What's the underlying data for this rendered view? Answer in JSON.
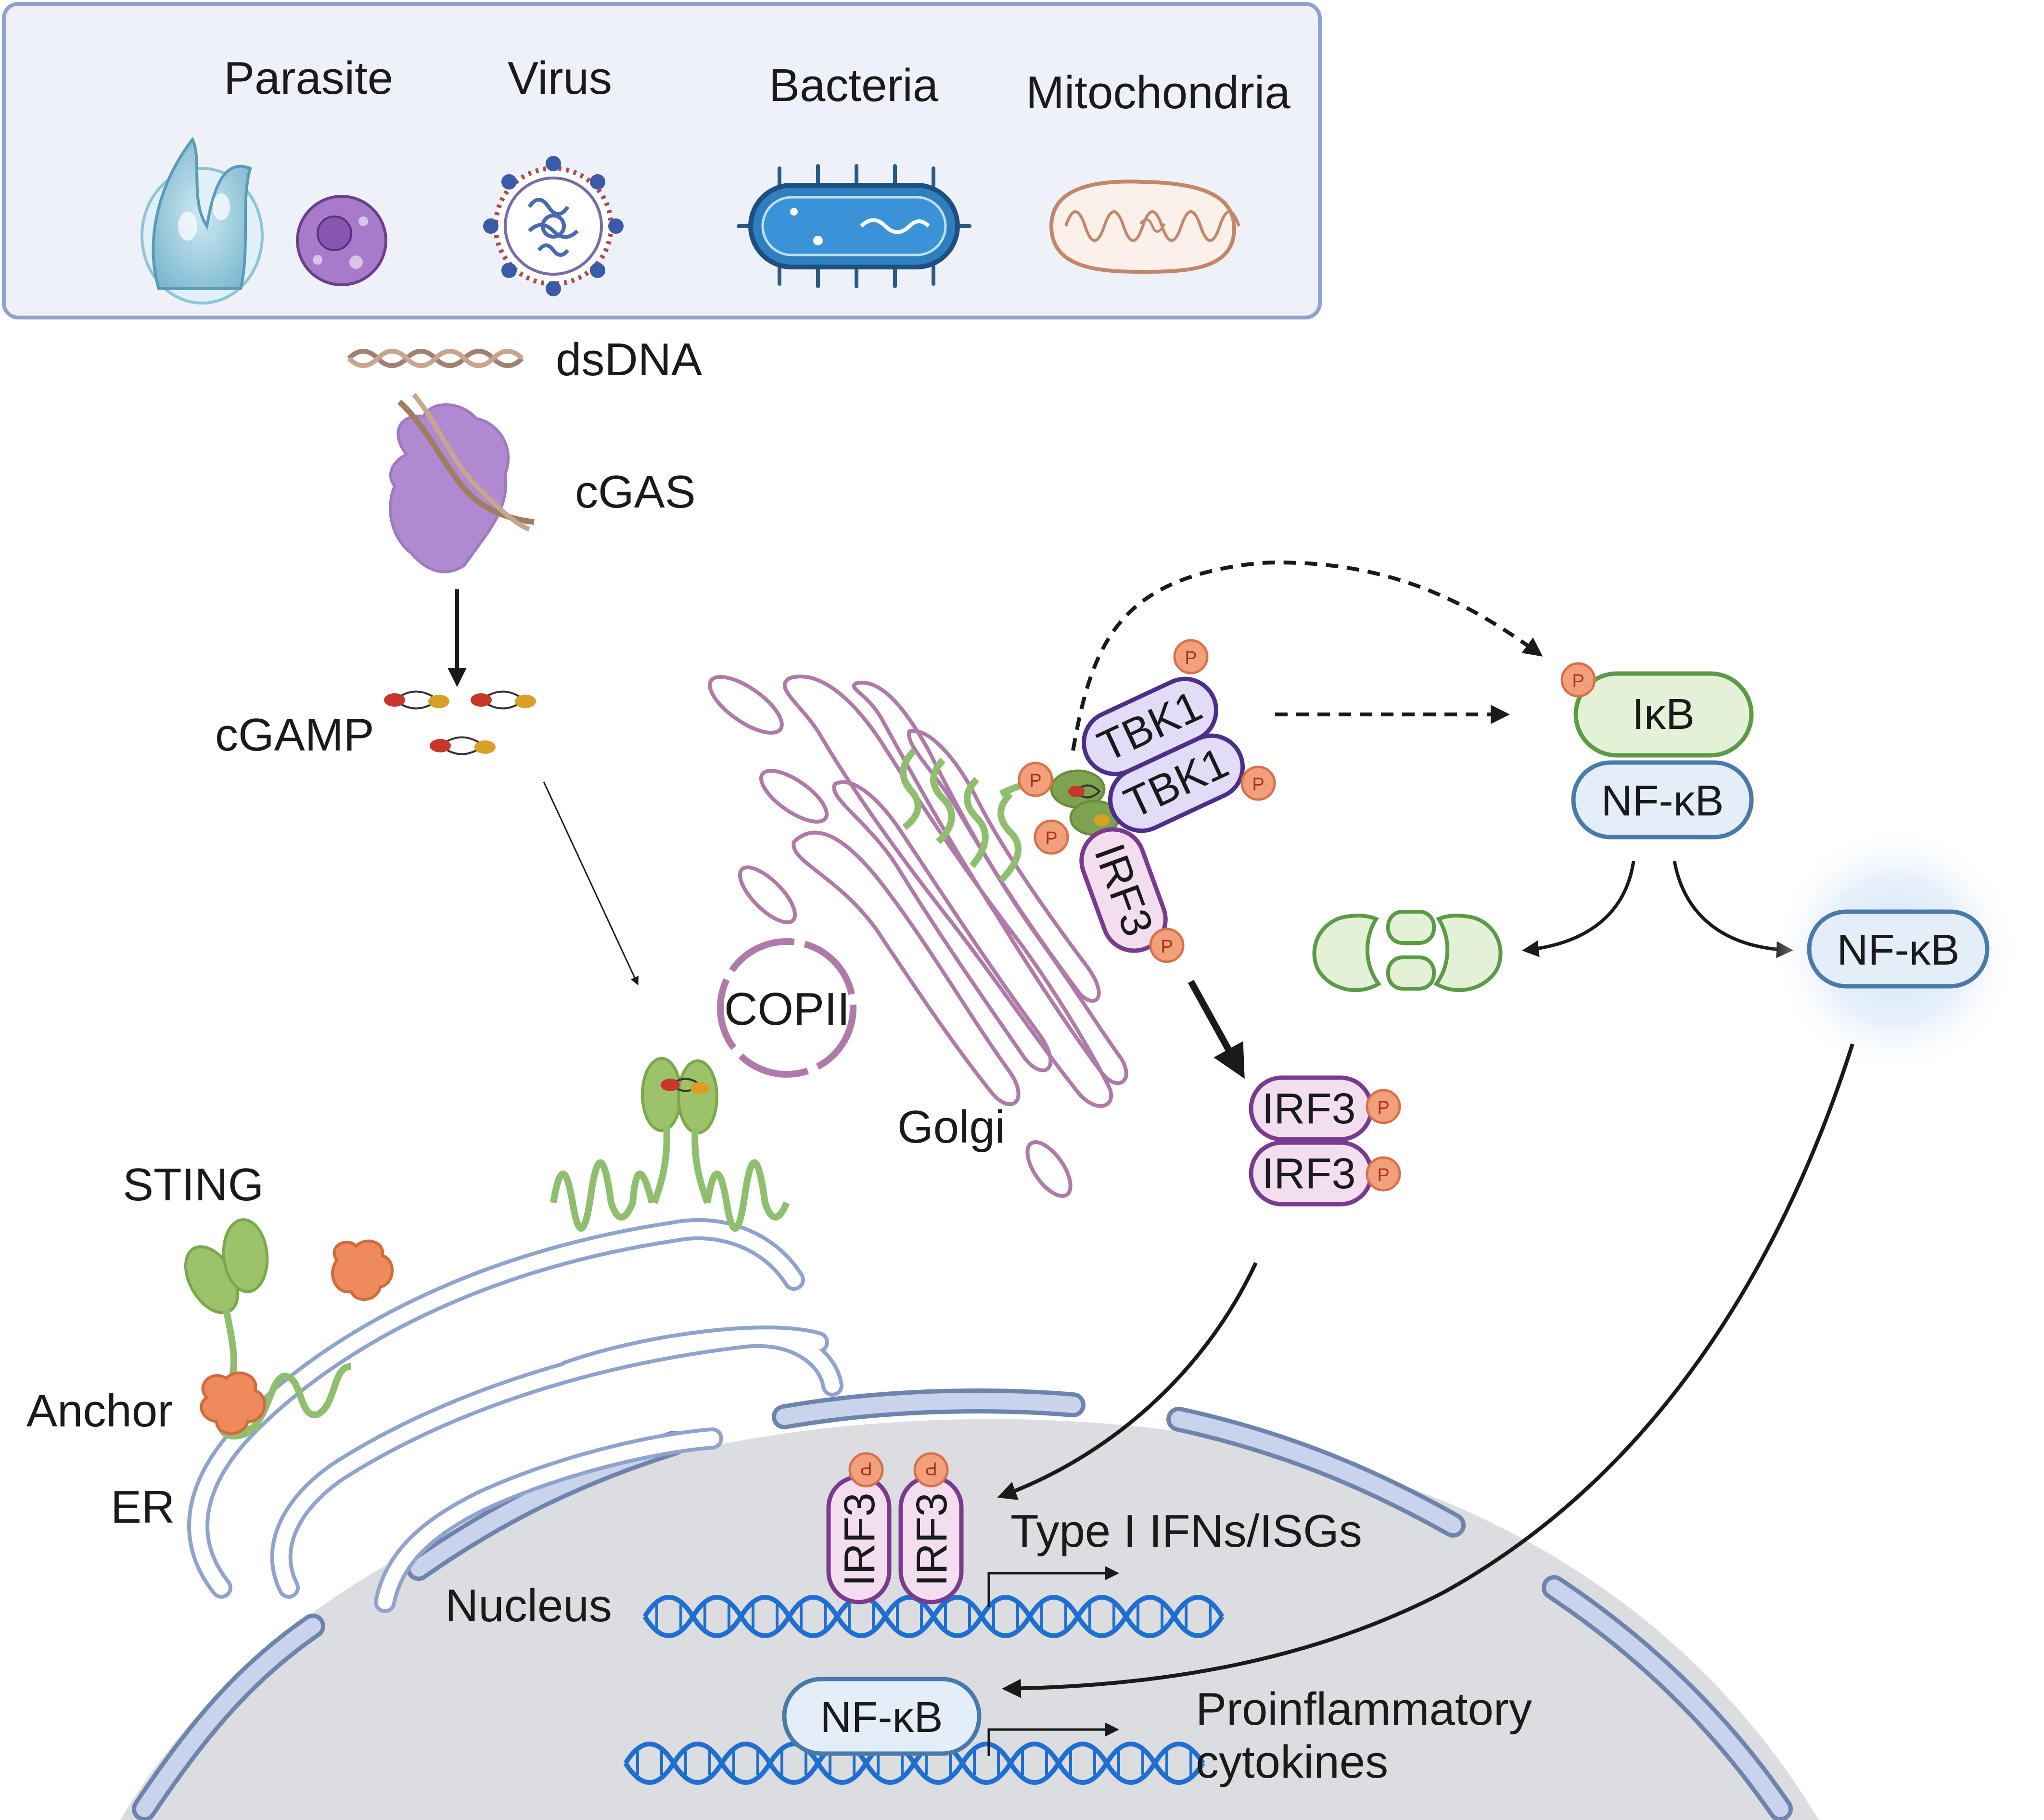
{
  "sources": {
    "parasite": "Parasite",
    "virus": "Virus",
    "bacteria": "Bacteria",
    "mitochondria": "Mitochondria"
  },
  "labels": {
    "dsdna": "dsDNA",
    "cgas": "cGAS",
    "cgamp": "cGAMP",
    "copii": "COPII",
    "golgi": "Golgi",
    "sting": "STING",
    "anchor": "Anchor",
    "er": "ER",
    "nucleus": "Nucleus",
    "type_i_ifns": "Type I IFNs/ISGs",
    "proinflammatory_line1": "Proinflammatory",
    "proinflammatory_line2": "cytokines"
  },
  "proteins": {
    "tbk1": "TBK1",
    "irf3": "IRF3",
    "ikb": "IκB",
    "nfkb": "NF-κB",
    "phospho": "P"
  },
  "colors": {
    "panel_border": "#8fa3cc",
    "panel_fill": "#eef1f8",
    "sting_green": "#8fbf6e",
    "tbk1_purple": "#4b2f8a",
    "irf3_purple": "#7a3b8f",
    "ikb_green": "#5c9a48",
    "nfkb_blue": "#4a7aa8",
    "phospho_orange": "#f2a07b",
    "dna_blue": "#1f6fd1",
    "nucleus_grey": "#dcdde0",
    "golgi_pink": "#b07aa8",
    "er_blue": "#9fb3d6"
  }
}
